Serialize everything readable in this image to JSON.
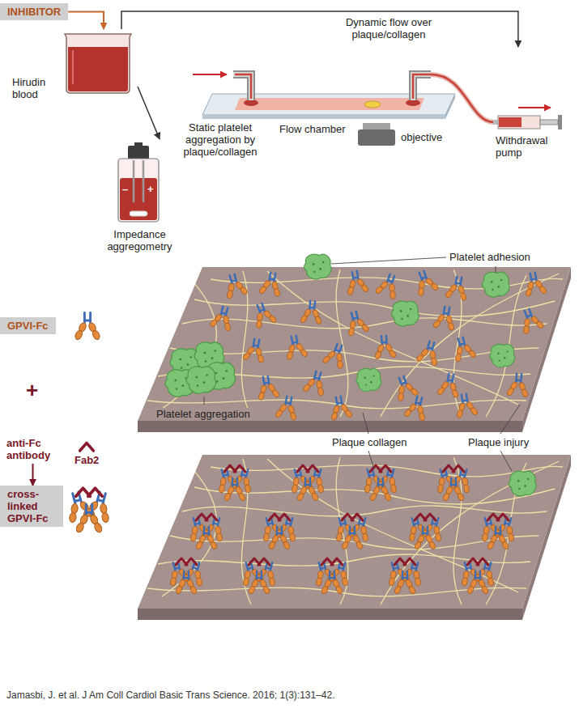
{
  "diagram": {
    "caption": "Jamasbi, J. et al. J Am Coll Cardiol Basic Trans Science. 2016; 1(3):131–42.",
    "nodes": [
      {
        "text": [
          "INHIBITOR"
        ]
      },
      {
        "text": [
          "Hirudin blood"
        ]
      },
      {
        "text": [
          "Flow chamber"
        ]
      },
      {
        "text": [
          "Impedance aggregometry"
        ]
      },
      {
        "text": [
          "GPVI-Fc"
        ]
      },
      {
        "text": [
          "anti-Fc antibody"
        ]
      },
      {
        "text": [
          "cross-linked GPVI-Fc"
        ]
      }
    ],
    "edges": [
      {
        "from": 0,
        "to": 1,
        "arrow": "to"
      },
      {
        "from": 1,
        "to": 2,
        "label": "Dynamic flow over plaque/collagen",
        "arrow": "to"
      },
      {
        "from": 1,
        "to": 3,
        "label": "Static platelet aggregation by plaque/collagen",
        "arrow": "to"
      },
      {
        "from": 5,
        "to": 6,
        "arrow": "to"
      }
    ],
    "labels": [
      "objective",
      "Withdrawal pump",
      "–",
      "+",
      "Platelet adhesion",
      "Platelet aggregation",
      "Plaque collagen",
      "Plaque injury",
      "+",
      "Fab2"
    ]
  }
}
